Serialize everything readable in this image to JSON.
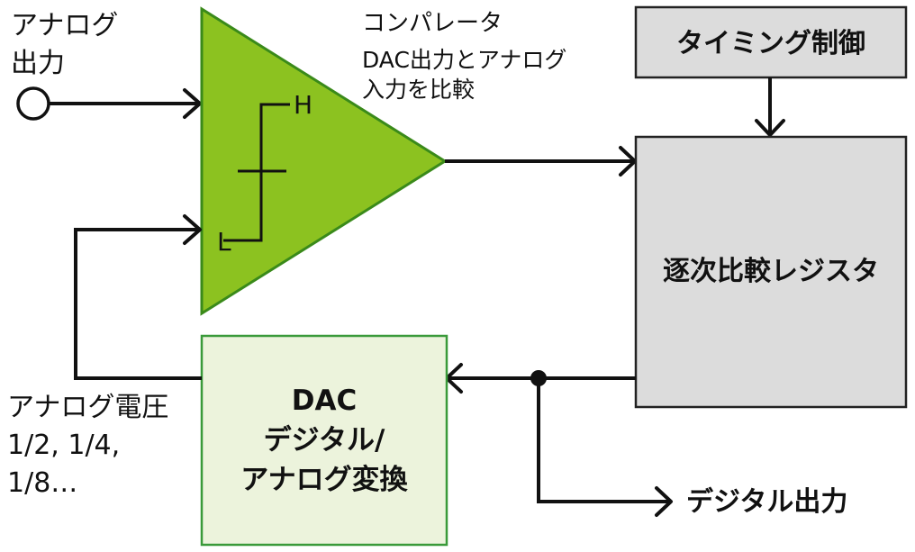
{
  "labels": {
    "analog_output_line1": "アナログ",
    "analog_output_line2": "出力",
    "comparator_title": "コンパレータ",
    "comparator_desc_line1": "DAC出力とアナログ",
    "comparator_desc_line2": "入力を比較",
    "comparator_high": "H",
    "comparator_low": "L",
    "timing_control": "タイミング制御",
    "sar": "逐次比較レジスタ",
    "dac_line1": "DAC",
    "dac_line2": "デジタル/",
    "dac_line3": "アナログ変換",
    "analog_voltage_line1": "アナログ電圧",
    "analog_voltage_line2": "1/2, 1/4,",
    "analog_voltage_line3": "1/8…",
    "digital_output": "デジタル出力"
  },
  "colors": {
    "comparator_fill": "#8cc220",
    "comparator_stroke": "#3a8a1a",
    "dac_fill": "#ecf3dc",
    "dac_stroke": "#3a9a3a",
    "gray_block_fill": "#dcdcdc",
    "gray_block_stroke": "#222222",
    "line": "#111111"
  }
}
